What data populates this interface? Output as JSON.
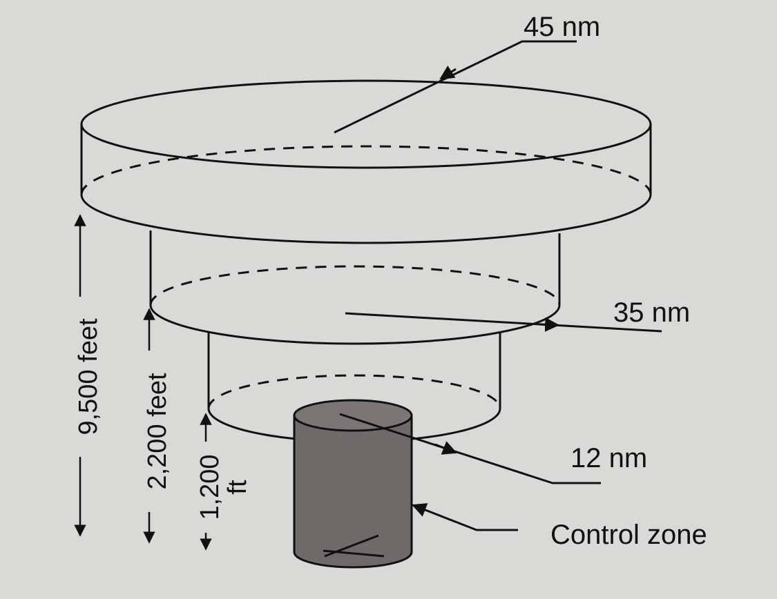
{
  "labels": {
    "outer_radius": "45 nm",
    "middle_radius": "35 nm",
    "inner_radius": "12 nm",
    "control_zone": "Control zone"
  },
  "heights": {
    "outer": "9,500 feet",
    "middle": "2,200 feet",
    "inner_value": "1,200",
    "inner_unit": "ft"
  },
  "colors": {
    "paper": "#d9d9d6",
    "line": "#111111",
    "control_zone_fill": "#6e6a68"
  }
}
